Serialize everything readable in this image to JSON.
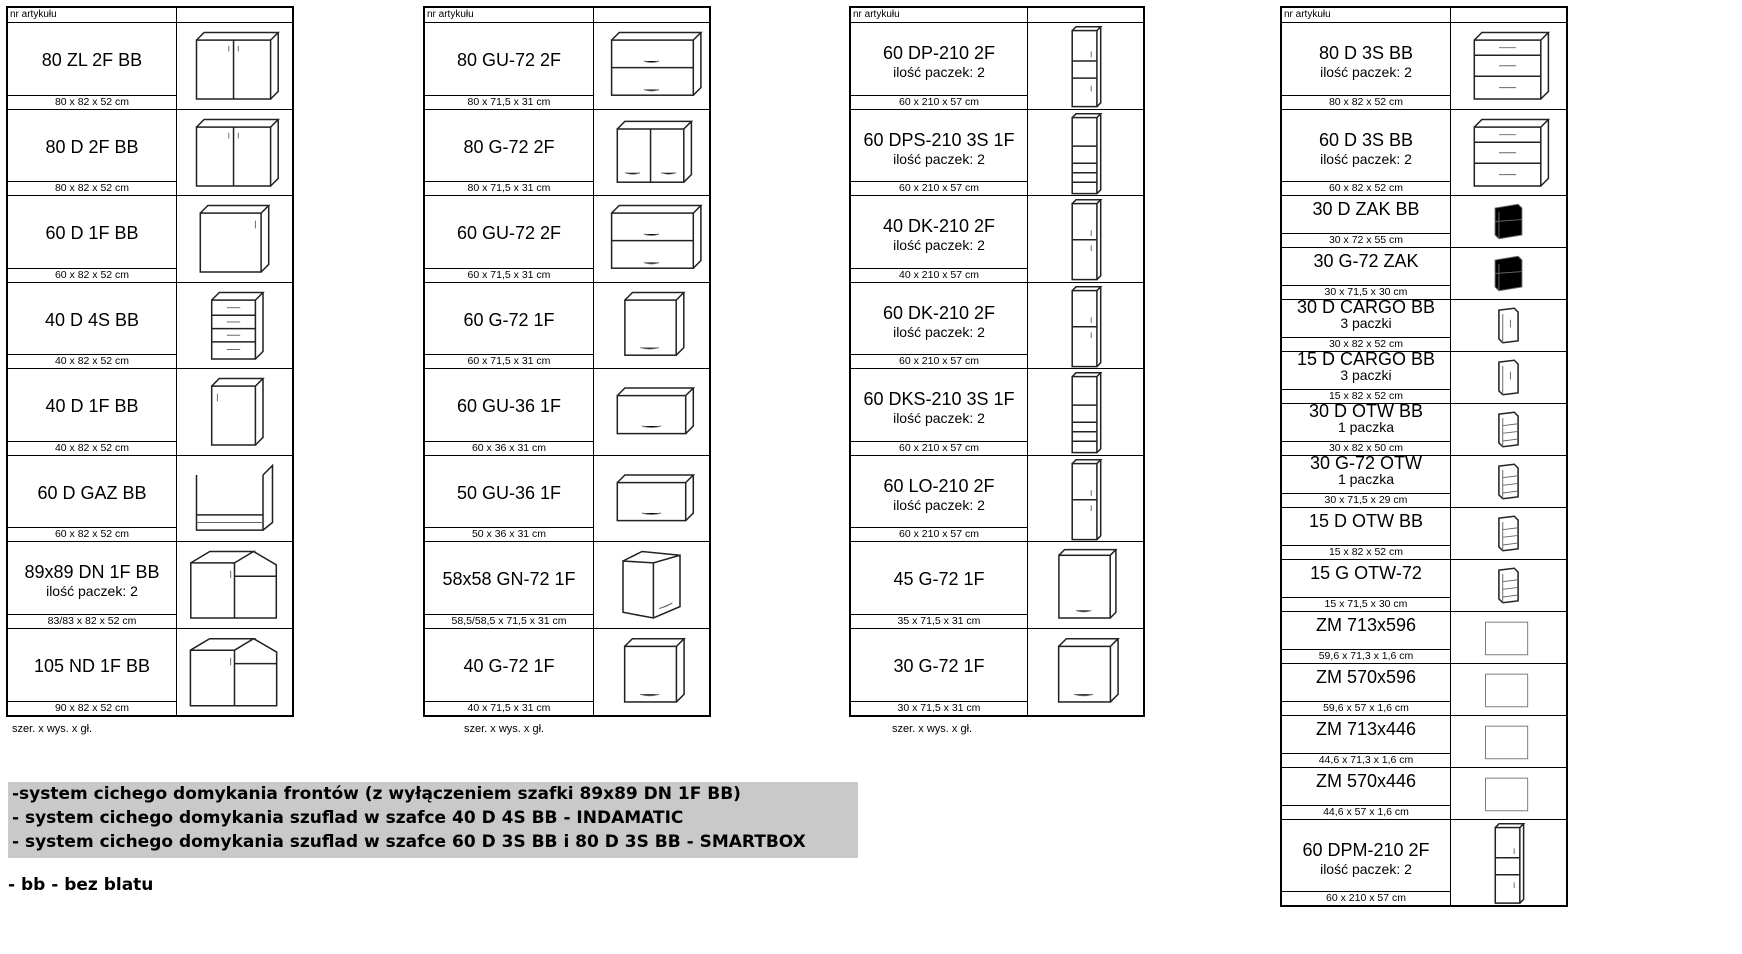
{
  "header_label": "nr artykułu",
  "footer_label": "szer.  x  wys.  x  gł.",
  "tables": [
    {
      "items": [
        {
          "name": "80 ZL 2F BB",
          "pack": "",
          "dims": "80 x 82 x 52 cm",
          "icon": "base-2door-icon"
        },
        {
          "name": "80 D 2F BB",
          "pack": "",
          "dims": "80 x 82 x 52 cm",
          "icon": "base-2door-icon"
        },
        {
          "name": "60 D 1F BB",
          "pack": "",
          "dims": "60 x 82 x 52 cm",
          "icon": "base-1door-icon"
        },
        {
          "name": "40 D 4S BB",
          "pack": "",
          "dims": "40 x 82 x 52 cm",
          "icon": "drawers-4-icon"
        },
        {
          "name": "40 D 1F BB",
          "pack": "",
          "dims": "40 x 82 x 52 cm",
          "icon": "base-1door-narrow-icon"
        },
        {
          "name": "60 D GAZ BB",
          "pack": "",
          "dims": "60 x 82 x 52 cm",
          "icon": "oven-base-icon"
        },
        {
          "name": "89x89 DN 1F BB",
          "pack": "ilość paczek: 2",
          "dims": "83/83 x 82 x 52 cm",
          "icon": "corner-base-icon"
        },
        {
          "name": "105 ND 1F BB",
          "pack": "",
          "dims": "90 x 82 x 52 cm",
          "icon": "corner-base-icon"
        }
      ]
    },
    {
      "items": [
        {
          "name": "80 GU-72 2F",
          "pack": "",
          "dims": "80 x 71,5 x 31 cm",
          "icon": "wall-flap-2-icon"
        },
        {
          "name": "80 G-72 2F",
          "pack": "",
          "dims": "80 x 71,5 x 31 cm",
          "icon": "wall-2door-icon"
        },
        {
          "name": "60 GU-72 2F",
          "pack": "",
          "dims": "60 x 71,5 x 31 cm",
          "icon": "wall-flap-2-icon"
        },
        {
          "name": "60 G-72 1F",
          "pack": "",
          "dims": "60 x 71,5 x 31 cm",
          "icon": "wall-1door-icon"
        },
        {
          "name": "60 GU-36 1F",
          "pack": "",
          "dims": "60 x 36 x 31 cm",
          "icon": "wall-flap-1-icon"
        },
        {
          "name": "50 GU-36 1F",
          "pack": "",
          "dims": "50 x 36 x 31 cm",
          "icon": "wall-flap-1-icon"
        },
        {
          "name": "58x58 GN-72 1F",
          "pack": "",
          "dims": "58,5/58,5 x 71,5 x 31 cm",
          "icon": "wall-corner-icon"
        },
        {
          "name": "40 G-72 1F",
          "pack": "",
          "dims": "40 x 71,5 x 31 cm",
          "icon": "wall-1door-icon"
        }
      ]
    },
    {
      "items": [
        {
          "name": "60 DP-210 2F",
          "pack": "ilość paczek: 2",
          "dims": "60 x 210 x 57 cm",
          "icon": "tall-oven-icon"
        },
        {
          "name": "60 DPS-210 3S 1F",
          "pack": "ilość paczek: 2",
          "dims": "60 x 210 x 57 cm",
          "icon": "tall-oven-drawers-icon"
        },
        {
          "name": "40 DK-210 2F",
          "pack": "ilość paczek: 2",
          "dims": "40 x 210 x 57 cm",
          "icon": "tall-2door-icon"
        },
        {
          "name": "60 DK-210 2F",
          "pack": "ilość paczek: 2",
          "dims": "60 x 210 x 57 cm",
          "icon": "tall-2door-icon"
        },
        {
          "name": "60 DKS-210 3S 1F",
          "pack": "ilość paczek: 2",
          "dims": "60 x 210 x 57 cm",
          "icon": "tall-oven-drawers-icon"
        },
        {
          "name": "60 LO-210 2F",
          "pack": "ilość paczek: 2",
          "dims": "60 x 210 x 57 cm",
          "icon": "tall-2door-icon"
        },
        {
          "name": "45 G-72 1F",
          "pack": "",
          "dims": "35 x 71,5 x 31 cm",
          "icon": "wall-1door-tall-icon"
        },
        {
          "name": "30 G-72 1F",
          "pack": "",
          "dims": "30 x 71,5 x 31 cm",
          "icon": "wall-1door-icon"
        }
      ]
    },
    {
      "items": [
        {
          "name": "80 D 3S BB",
          "pack": "ilość paczek: 2",
          "dims": "80 x 82 x 52 cm",
          "icon": "drawers-3-icon"
        },
        {
          "name": "60 D 3S BB",
          "pack": "ilość paczek: 2",
          "dims": "60 x 82 x 52 cm",
          "icon": "drawers-3-icon"
        },
        {
          "name": "30 D ZAK BB",
          "pack": "",
          "dims": "30 x 72 x 55 cm",
          "icon": "end-shelf-icon"
        },
        {
          "name": "30 G-72 ZAK",
          "pack": "",
          "dims": "30 x 71,5 x 30 cm",
          "icon": "end-shelf-icon"
        },
        {
          "name": "30 D CARGO BB",
          "pack": "3 paczki",
          "dims": "30 x 82 x 52 cm",
          "icon": "cargo-icon"
        },
        {
          "name": "15 D CARGO BB",
          "pack": "3 paczki",
          "dims": "15 x 82 x 52 cm",
          "icon": "cargo-icon"
        },
        {
          "name": "30 D OTW BB",
          "pack": "1 paczka",
          "dims": "30 x 82 x 50 cm",
          "icon": "open-shelf-icon"
        },
        {
          "name": "30 G-72 OTW",
          "pack": "1 paczka",
          "dims": "30 x 71,5 x 29 cm",
          "icon": "open-shelf-icon"
        },
        {
          "name": "15 D OTW BB",
          "pack": "",
          "dims": "15 x 82 x 52 cm",
          "icon": "open-shelf-icon"
        },
        {
          "name": "15 G OTW-72",
          "pack": "",
          "dims": "15 x 71,5 x 30 cm",
          "icon": "open-shelf-icon"
        },
        {
          "name": "ZM 713x596",
          "pack": "",
          "dims": "59,6 x 71,3 x 1,6 cm",
          "icon": "panel-icon"
        },
        {
          "name": "ZM 570x596",
          "pack": "",
          "dims": "59,6 x 57 x 1,6 cm",
          "icon": "panel-icon"
        },
        {
          "name": "ZM 713x446",
          "pack": "",
          "dims": "44,6 x 71,3 x 1,6 cm",
          "icon": "panel-icon"
        },
        {
          "name": "ZM 570x446",
          "pack": "",
          "dims": "44,6 x 57 x 1,6 cm",
          "icon": "panel-icon"
        },
        {
          "name": "60 DPM-210 2F",
          "pack": "ilość paczek: 2",
          "dims": "60 x 210 x 57 cm",
          "icon": "tall-oven-icon"
        }
      ]
    }
  ],
  "notes": [
    "-system cichego domykania frontów (z wyłączeniem szafki 89x89 DN 1F BB)",
    "- system cichego domykania szuflad w szafce 40 D 4S BB - INDAMATIC",
    "- system cichego domykania szuflad w szafce 60 D 3S BB i 80 D 3S BB - SMARTBOX"
  ],
  "bb_note": "- bb - bez blatu"
}
